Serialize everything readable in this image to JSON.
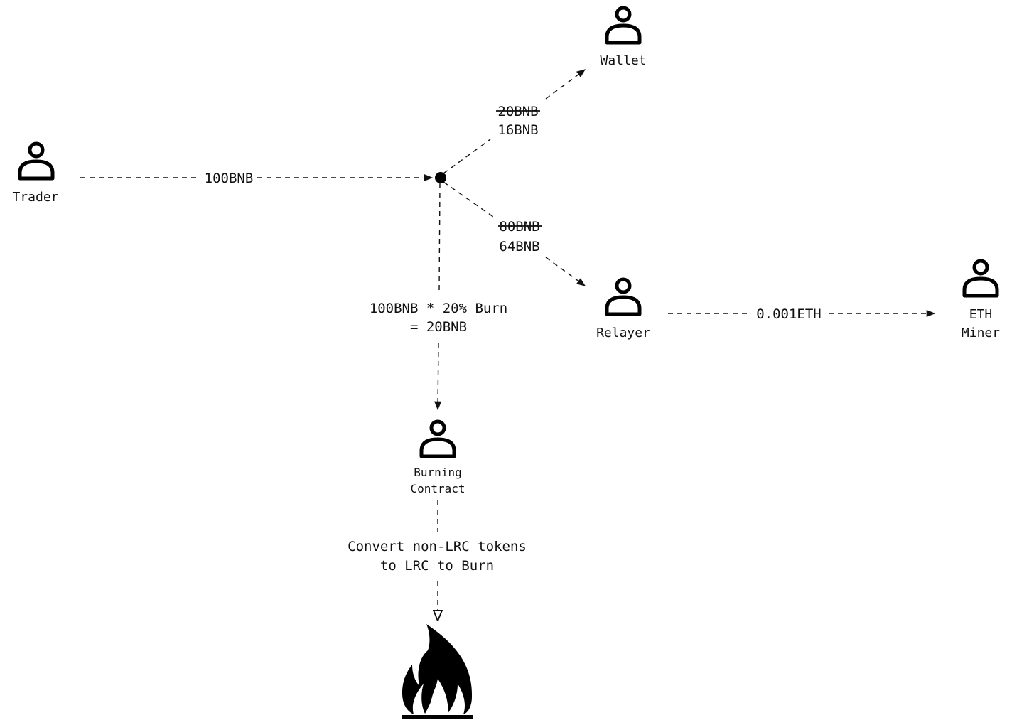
{
  "diagram": {
    "title": "",
    "colors": {
      "ink": "#111111",
      "background": "#ffffff"
    },
    "nodes": [
      {
        "id": "trader",
        "label": [
          "Trader"
        ],
        "icon": "person-icon"
      },
      {
        "id": "wallet",
        "label": [
          "Wallet"
        ],
        "icon": "person-icon"
      },
      {
        "id": "relayer",
        "label": [
          "Relayer"
        ],
        "icon": "person-icon"
      },
      {
        "id": "eth-miner",
        "label": [
          "ETH",
          "Miner"
        ],
        "icon": "person-icon"
      },
      {
        "id": "burning-contract",
        "label": [
          "Burning",
          "Contract"
        ],
        "icon": "person-icon"
      },
      {
        "id": "split",
        "label": [],
        "icon": "junction-dot"
      },
      {
        "id": "burn",
        "label": [],
        "icon": "fire-icon"
      }
    ],
    "edges": [
      {
        "from": "trader",
        "to": "split",
        "label": [
          "100BNB"
        ],
        "struck": []
      },
      {
        "from": "split",
        "to": "wallet",
        "label": [
          "16BNB"
        ],
        "struck": [
          "20BNB"
        ]
      },
      {
        "from": "split",
        "to": "relayer",
        "label": [
          "64BNB"
        ],
        "struck": [
          "80BNB"
        ]
      },
      {
        "from": "relayer",
        "to": "eth-miner",
        "label": [
          "0.001ETH"
        ],
        "struck": []
      },
      {
        "from": "split",
        "to": "burning-contract",
        "label": [
          "100BNB * 20% Burn",
          "= 20BNB"
        ],
        "struck": []
      },
      {
        "from": "burning-contract",
        "to": "burn",
        "label": [
          "Convert non-LRC tokens",
          "to LRC to Burn"
        ],
        "struck": []
      }
    ]
  }
}
